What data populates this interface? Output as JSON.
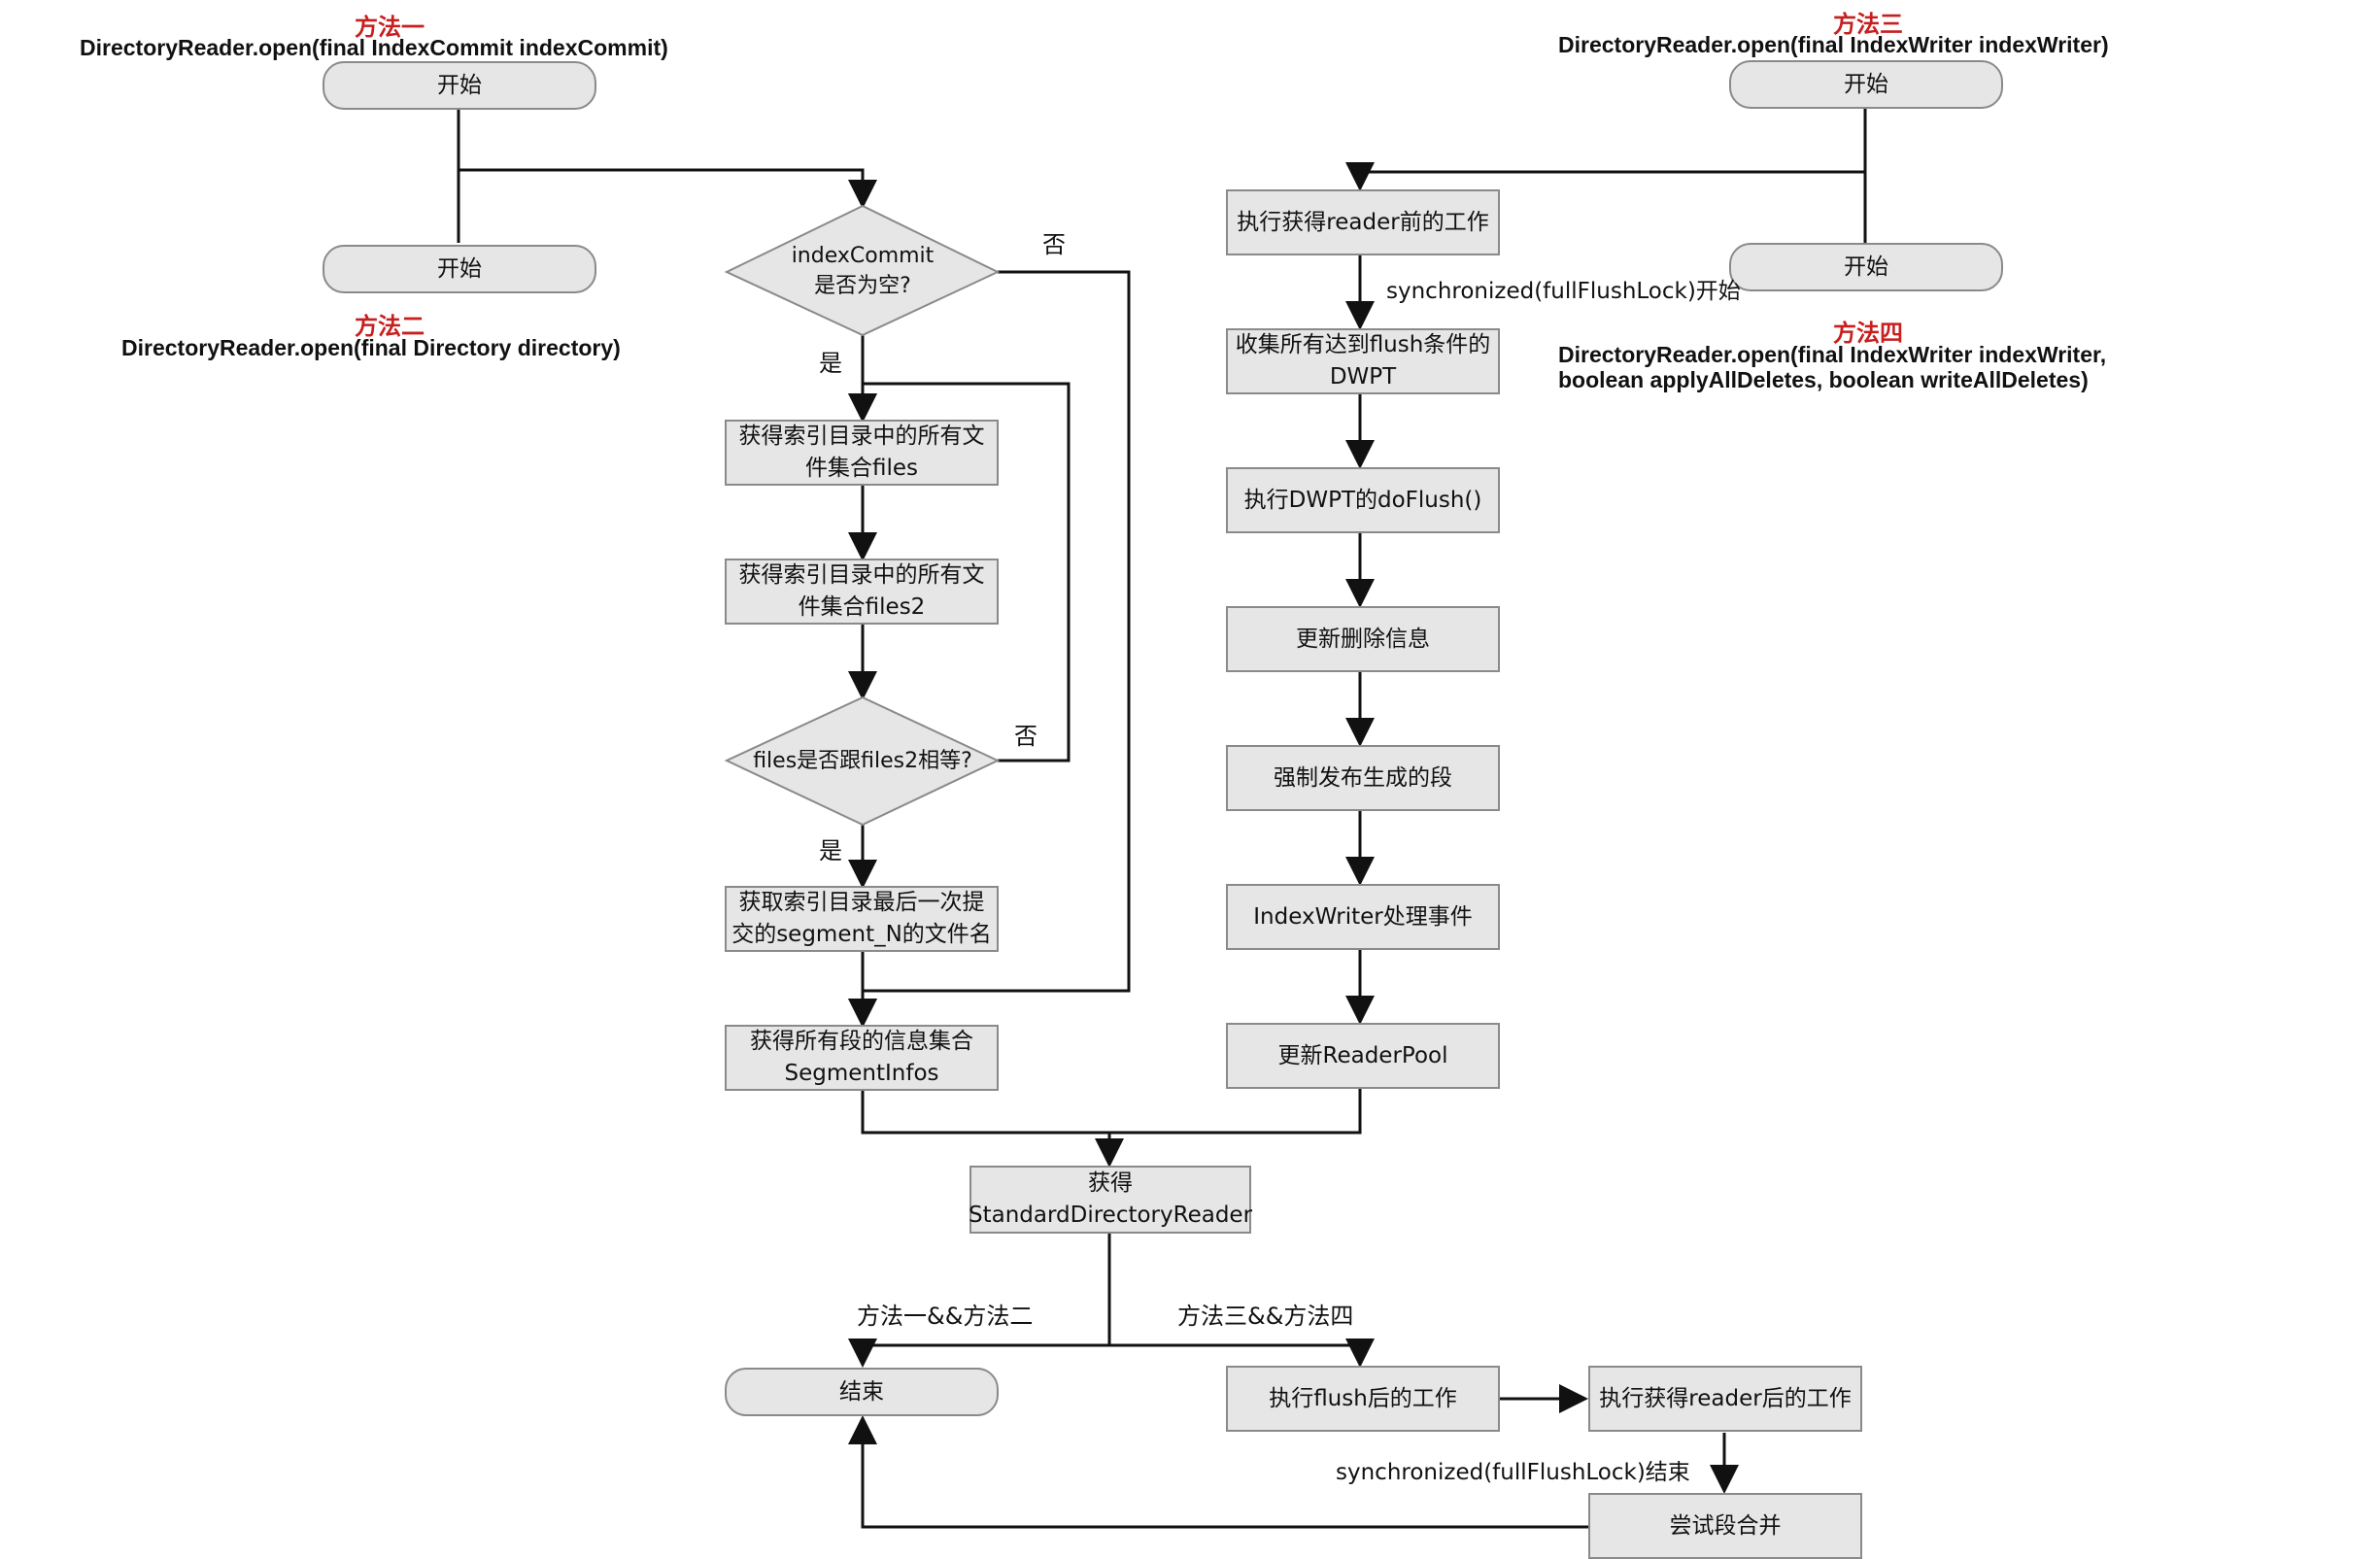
{
  "methods": {
    "m1": {
      "label": "方法一",
      "signature": "DirectoryReader.open(final IndexCommit indexCommit)"
    },
    "m2": {
      "label": "方法二",
      "signature": "DirectoryReader.open(final Directory directory)"
    },
    "m3": {
      "label": "方法三",
      "signature": "DirectoryReader.open(final IndexWriter indexWriter)"
    },
    "m4": {
      "label": "方法四",
      "signature_line1": "DirectoryReader.open(final IndexWriter indexWriter,",
      "signature_line2": "boolean applyAllDeletes, boolean writeAllDeletes)"
    }
  },
  "nodes": {
    "start1": "开始",
    "start2": "开始",
    "start3": "开始",
    "start4": "开始",
    "decision_index_commit": "indexCommit\n是否为空?",
    "get_files": "获得索引目录中的所有文\n件集合files",
    "get_files2": "获得索引目录中的所有文\n件集合files2",
    "decision_files_equal": "files是否跟files2相等?",
    "get_segment_n": "获取索引目录最后一次提\n交的segment_N的文件名",
    "get_segment_infos": "获得所有段的信息集合\nSegmentInfos",
    "pre_reader_work": "执行获得reader前的工作",
    "collect_dwpt": "收集所有达到flush条件的\nDWPT",
    "dwpt_doflush": "执行DWPT的doFlush()",
    "update_deletes": "更新删除信息",
    "force_publish": "强制发布生成的段",
    "indexwriter_events": "IndexWriter处理事件",
    "update_readerpool": "更新ReaderPool",
    "get_sdr": "获得\nStandardDirectoryReader",
    "end": "结束",
    "post_flush_work": "执行flush后的工作",
    "post_reader_work": "执行获得reader后的工作",
    "try_merge": "尝试段合并"
  },
  "edge_labels": {
    "commit_no": "否",
    "commit_yes": "是",
    "files_no": "否",
    "files_yes": "是",
    "sync_start": "synchronized(fullFlushLock)开始",
    "sync_end": "synchronized(fullFlushLock)结束",
    "branch_m12": "方法一&&方法二",
    "branch_m34": "方法三&&方法四"
  },
  "colors": {
    "method_label": "#c81e1e",
    "node_fill": "#e6e6e6",
    "node_border": "#8a8a8a",
    "edge": "#111111"
  }
}
